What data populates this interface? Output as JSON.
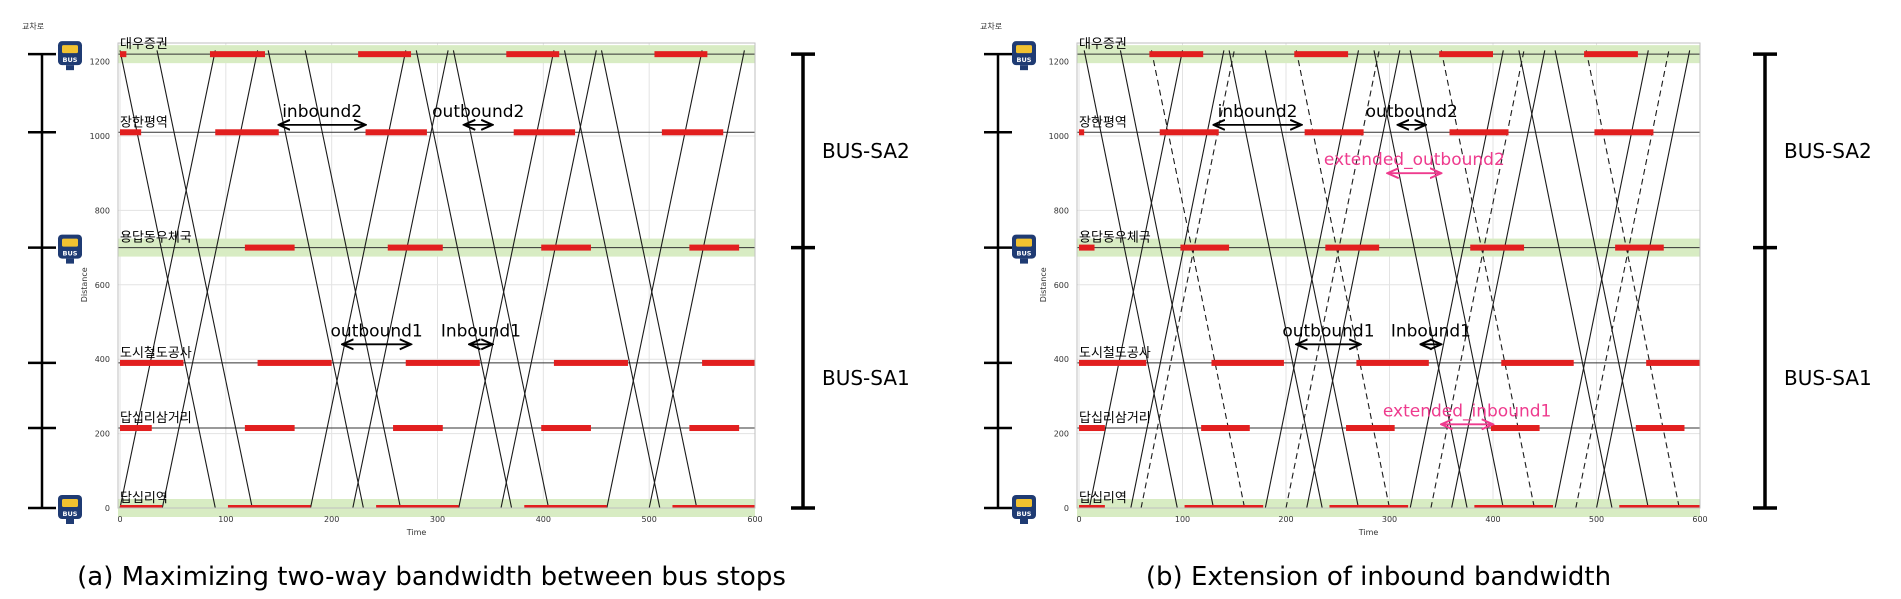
{
  "chart_data": [
    {
      "type": "line",
      "panel_id": "a",
      "corner_label": "교차로",
      "caption": "(a) Maximizing two-way bandwidth between bus stops",
      "xlabel": "Time",
      "ylabel": "Distance",
      "xlim": [
        0,
        600
      ],
      "ylim": [
        0,
        1250
      ],
      "x_ticks": [
        0,
        100,
        200,
        300,
        400,
        500,
        600
      ],
      "y_ticks": [
        0,
        200,
        400,
        600,
        800,
        1000,
        1200
      ],
      "grid": true,
      "intersections": [
        {
          "name": "대우증권",
          "y": 1220
        },
        {
          "name": "장한평역",
          "y": 1010
        },
        {
          "name": "용답동우체국",
          "y": 700
        },
        {
          "name": "도시철도공사",
          "y": 390
        },
        {
          "name": "답십리삼거리",
          "y": 215
        },
        {
          "name": "답십리역",
          "y": 0
        }
      ],
      "bus_stops_y": [
        1220,
        700,
        0
      ],
      "green_windows": [
        {
          "y": 1220,
          "intervals": [
            [
              0,
              6
            ],
            [
              85,
              137
            ],
            [
              225,
              275
            ],
            [
              365,
              415
            ],
            [
              505,
              555
            ]
          ]
        },
        {
          "y": 1010,
          "intervals": [
            [
              0,
              20
            ],
            [
              90,
              150
            ],
            [
              232,
              290
            ],
            [
              372,
              430
            ],
            [
              512,
              570
            ]
          ]
        },
        {
          "y": 700,
          "intervals": [
            [
              118,
              165
            ],
            [
              253,
              305
            ],
            [
              398,
              445
            ],
            [
              538,
              585
            ]
          ]
        },
        {
          "y": 390,
          "intervals": [
            [
              0,
              60
            ],
            [
              130,
              200
            ],
            [
              270,
              340
            ],
            [
              410,
              480
            ],
            [
              550,
              620
            ]
          ]
        },
        {
          "y": 215,
          "intervals": [
            [
              0,
              30
            ],
            [
              118,
              165
            ],
            [
              258,
              305
            ],
            [
              398,
              445
            ],
            [
              538,
              585
            ]
          ]
        },
        {
          "y": 0,
          "intervals": [
            [
              0,
              40
            ],
            [
              102,
              180
            ],
            [
              242,
              320
            ],
            [
              382,
              460
            ],
            [
              522,
              600
            ]
          ]
        }
      ],
      "trajectories": [
        {
          "direction": "outbound",
          "style": "solid",
          "points": [
            [
              0,
              0
            ],
            [
              90,
              1230
            ]
          ]
        },
        {
          "direction": "outbound",
          "style": "solid",
          "points": [
            [
              40,
              0
            ],
            [
              130,
              1230
            ]
          ]
        },
        {
          "direction": "outbound",
          "style": "solid",
          "points": [
            [
              180,
              0
            ],
            [
              270,
              1230
            ]
          ]
        },
        {
          "direction": "outbound",
          "style": "solid",
          "points": [
            [
              220,
              0
            ],
            [
              310,
              1230
            ]
          ]
        },
        {
          "direction": "outbound",
          "style": "solid",
          "points": [
            [
              320,
              0
            ],
            [
              410,
              1230
            ]
          ]
        },
        {
          "direction": "outbound",
          "style": "solid",
          "points": [
            [
              360,
              0
            ],
            [
              450,
              1230
            ]
          ]
        },
        {
          "direction": "outbound",
          "style": "solid",
          "points": [
            [
              460,
              0
            ],
            [
              550,
              1230
            ]
          ]
        },
        {
          "direction": "outbound",
          "style": "solid",
          "points": [
            [
              500,
              0
            ],
            [
              590,
              1230
            ]
          ]
        },
        {
          "direction": "inbound",
          "style": "solid",
          "points": [
            [
              0,
              1230
            ],
            [
              90,
              0
            ]
          ]
        },
        {
          "direction": "inbound",
          "style": "solid",
          "points": [
            [
              35,
              1230
            ],
            [
              125,
              0
            ]
          ]
        },
        {
          "direction": "inbound",
          "style": "solid",
          "points": [
            [
              140,
              1230
            ],
            [
              230,
              0
            ]
          ]
        },
        {
          "direction": "inbound",
          "style": "solid",
          "points": [
            [
              175,
              1230
            ],
            [
              265,
              0
            ]
          ]
        },
        {
          "direction": "inbound",
          "style": "solid",
          "points": [
            [
              280,
              1230
            ],
            [
              370,
              0
            ]
          ]
        },
        {
          "direction": "inbound",
          "style": "solid",
          "points": [
            [
              315,
              1230
            ],
            [
              405,
              0
            ]
          ]
        },
        {
          "direction": "inbound",
          "style": "solid",
          "points": [
            [
              420,
              1230
            ],
            [
              510,
              0
            ]
          ]
        },
        {
          "direction": "inbound",
          "style": "solid",
          "points": [
            [
              455,
              1230
            ],
            [
              545,
              0
            ]
          ]
        }
      ],
      "bandwidths": [
        {
          "label": "inbound2",
          "y": 1030,
          "from": 150,
          "to": 232,
          "color": "#000000"
        },
        {
          "label": "outbound2",
          "y": 1030,
          "from": 325,
          "to": 352,
          "color": "#000000"
        },
        {
          "label": "outbound1",
          "y": 440,
          "from": 210,
          "to": 275,
          "color": "#000000"
        },
        {
          "label": "Inbound1",
          "y": 440,
          "from": 330,
          "to": 352,
          "color": "#000000"
        }
      ],
      "segments": [
        {
          "label": "BUS-SA2",
          "from_y": 700,
          "to_y": 1250
        },
        {
          "label": "BUS-SA1",
          "from_y": 0,
          "to_y": 700
        }
      ]
    },
    {
      "type": "line",
      "panel_id": "b",
      "corner_label": "교차로",
      "caption": "(b) Extension of inbound bandwidth",
      "xlabel": "Time",
      "ylabel": "Distance",
      "xlim": [
        0,
        600
      ],
      "ylim": [
        0,
        1250
      ],
      "x_ticks": [
        0,
        100,
        200,
        300,
        400,
        500,
        600
      ],
      "y_ticks": [
        0,
        200,
        400,
        600,
        800,
        1000,
        1200
      ],
      "grid": true,
      "intersections": [
        {
          "name": "대우증권",
          "y": 1220
        },
        {
          "name": "장한평역",
          "y": 1010
        },
        {
          "name": "용답동우체국",
          "y": 700
        },
        {
          "name": "도시철도공사",
          "y": 390
        },
        {
          "name": "답십리삼거리",
          "y": 215
        },
        {
          "name": "답십리역",
          "y": 0
        }
      ],
      "bus_stops_y": [
        1220,
        700,
        0
      ],
      "green_windows": [
        {
          "y": 1220,
          "intervals": [
            [
              68,
              120
            ],
            [
              208,
              260
            ],
            [
              348,
              400
            ],
            [
              488,
              540
            ]
          ]
        },
        {
          "y": 1010,
          "intervals": [
            [
              0,
              5
            ],
            [
              78,
              135
            ],
            [
              218,
              275
            ],
            [
              358,
              415
            ],
            [
              498,
              555
            ]
          ]
        },
        {
          "y": 700,
          "intervals": [
            [
              0,
              15
            ],
            [
              98,
              145
            ],
            [
              238,
              290
            ],
            [
              378,
              430
            ],
            [
              518,
              565
            ]
          ]
        },
        {
          "y": 390,
          "intervals": [
            [
              0,
              65
            ],
            [
              128,
              198
            ],
            [
              268,
              338
            ],
            [
              408,
              478
            ],
            [
              548,
              600
            ]
          ]
        },
        {
          "y": 215,
          "intervals": [
            [
              0,
              25
            ],
            [
              118,
              165
            ],
            [
              258,
              305
            ],
            [
              398,
              445
            ],
            [
              538,
              585
            ]
          ]
        },
        {
          "y": 0,
          "intervals": [
            [
              0,
              25
            ],
            [
              102,
              178
            ],
            [
              242,
              318
            ],
            [
              382,
              458
            ],
            [
              522,
              600
            ]
          ]
        }
      ],
      "trajectories": [
        {
          "direction": "outbound",
          "style": "solid",
          "points": [
            [
              10,
              0
            ],
            [
              100,
              1230
            ]
          ]
        },
        {
          "direction": "outbound",
          "style": "solid",
          "points": [
            [
              50,
              0
            ],
            [
              140,
              1230
            ]
          ]
        },
        {
          "direction": "outbound",
          "style": "solid",
          "points": [
            [
              180,
              0
            ],
            [
              270,
              1230
            ]
          ]
        },
        {
          "direction": "outbound",
          "style": "solid",
          "points": [
            [
              220,
              0
            ],
            [
              310,
              1230
            ]
          ]
        },
        {
          "direction": "outbound",
          "style": "solid",
          "points": [
            [
              320,
              0
            ],
            [
              410,
              1230
            ]
          ]
        },
        {
          "direction": "outbound",
          "style": "solid",
          "points": [
            [
              360,
              0
            ],
            [
              450,
              1230
            ]
          ]
        },
        {
          "direction": "outbound",
          "style": "solid",
          "points": [
            [
              460,
              0
            ],
            [
              550,
              1230
            ]
          ]
        },
        {
          "direction": "outbound",
          "style": "solid",
          "points": [
            [
              500,
              0
            ],
            [
              590,
              1230
            ]
          ]
        },
        {
          "direction": "outbound",
          "style": "dashed",
          "points": [
            [
              60,
              0
            ],
            [
              150,
              1230
            ]
          ]
        },
        {
          "direction": "outbound",
          "style": "dashed",
          "points": [
            [
              200,
              0
            ],
            [
              290,
              1230
            ]
          ]
        },
        {
          "direction": "outbound",
          "style": "dashed",
          "points": [
            [
              340,
              0
            ],
            [
              430,
              1230
            ]
          ]
        },
        {
          "direction": "outbound",
          "style": "dashed",
          "points": [
            [
              480,
              0
            ],
            [
              570,
              1230
            ]
          ]
        },
        {
          "direction": "inbound",
          "style": "solid",
          "points": [
            [
              5,
              1230
            ],
            [
              95,
              0
            ]
          ]
        },
        {
          "direction": "inbound",
          "style": "solid",
          "points": [
            [
              40,
              1230
            ],
            [
              130,
              0
            ]
          ]
        },
        {
          "direction": "inbound",
          "style": "solid",
          "points": [
            [
              145,
              1230
            ],
            [
              235,
              0
            ]
          ]
        },
        {
          "direction": "inbound",
          "style": "solid",
          "points": [
            [
              180,
              1230
            ],
            [
              270,
              0
            ]
          ]
        },
        {
          "direction": "inbound",
          "style": "solid",
          "points": [
            [
              285,
              1230
            ],
            [
              375,
              0
            ]
          ]
        },
        {
          "direction": "inbound",
          "style": "solid",
          "points": [
            [
              320,
              1230
            ],
            [
              410,
              0
            ]
          ]
        },
        {
          "direction": "inbound",
          "style": "solid",
          "points": [
            [
              425,
              1230
            ],
            [
              515,
              0
            ]
          ]
        },
        {
          "direction": "inbound",
          "style": "solid",
          "points": [
            [
              460,
              1230
            ],
            [
              550,
              0
            ]
          ]
        },
        {
          "direction": "inbound",
          "style": "dashed",
          "points": [
            [
              70,
              1230
            ],
            [
              160,
              0
            ]
          ]
        },
        {
          "direction": "inbound",
          "style": "dashed",
          "points": [
            [
              210,
              1230
            ],
            [
              300,
              0
            ]
          ]
        },
        {
          "direction": "inbound",
          "style": "dashed",
          "points": [
            [
              350,
              1230
            ],
            [
              440,
              0
            ]
          ]
        },
        {
          "direction": "inbound",
          "style": "dashed",
          "points": [
            [
              490,
              1230
            ],
            [
              580,
              0
            ]
          ]
        }
      ],
      "bandwidths": [
        {
          "label": "inbound2",
          "y": 1030,
          "from": 130,
          "to": 215,
          "color": "#000000"
        },
        {
          "label": "outbound2",
          "y": 1030,
          "from": 308,
          "to": 335,
          "color": "#000000"
        },
        {
          "label": "extended_outbound2",
          "y": 900,
          "from": 298,
          "to": 350,
          "color": "#ee3b8e"
        },
        {
          "label": "outbound1",
          "y": 440,
          "from": 210,
          "to": 272,
          "color": "#000000"
        },
        {
          "label": "Inbound1",
          "y": 440,
          "from": 330,
          "to": 350,
          "color": "#000000"
        },
        {
          "label": "extended_inbound1",
          "y": 225,
          "from": 350,
          "to": 400,
          "color": "#ee3b8e"
        }
      ],
      "segments": [
        {
          "label": "BUS-SA2",
          "from_y": 700,
          "to_y": 1250
        },
        {
          "label": "BUS-SA1",
          "from_y": 0,
          "to_y": 700
        }
      ]
    }
  ],
  "bus_icon_label": "BUS",
  "colors": {
    "green_band": "#d8ecc3",
    "green_line": "#5a8a3a",
    "red_phase": "#e21f1f",
    "pink_annotation": "#ee3b8e",
    "grid": "#e3e3e3",
    "bus_icon": "#1f3b73",
    "bus_icon_screen": "#f2c230"
  }
}
